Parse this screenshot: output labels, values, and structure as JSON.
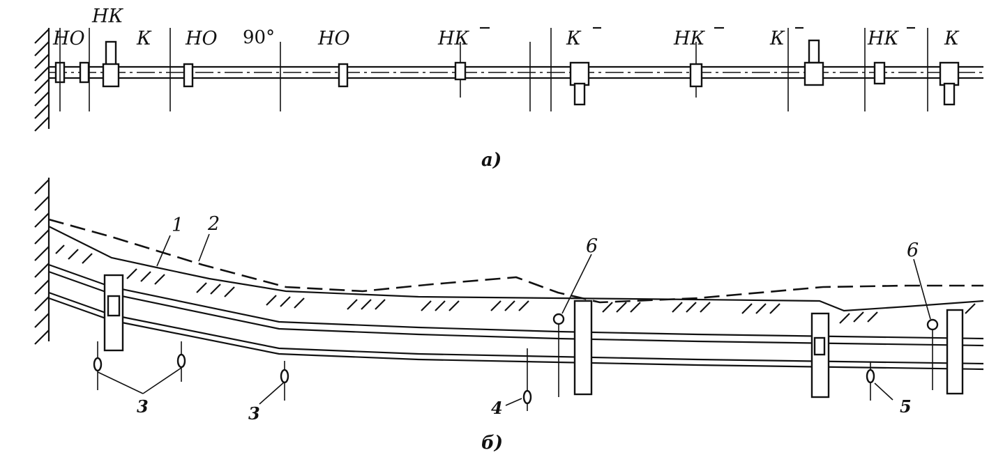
{
  "diagram_a": {
    "caption": "а)",
    "labels": {
      "ho_1": "НО",
      "nk_1": "НК",
      "k_1": "К",
      "ho_2": "НО",
      "angle_90": "90°",
      "ho_3": "НО",
      "nk_2": "НК",
      "k_2": "К",
      "nk_3": "НК",
      "k_3": "К",
      "nk_4": "НК",
      "k_4": "К"
    }
  },
  "diagram_b": {
    "caption": "б)",
    "labels": {
      "n1": "1",
      "n2": "2",
      "n3a": "3",
      "n3b": "3",
      "n4": "4",
      "n5": "5",
      "n6a": "6",
      "n6b": "6"
    }
  }
}
